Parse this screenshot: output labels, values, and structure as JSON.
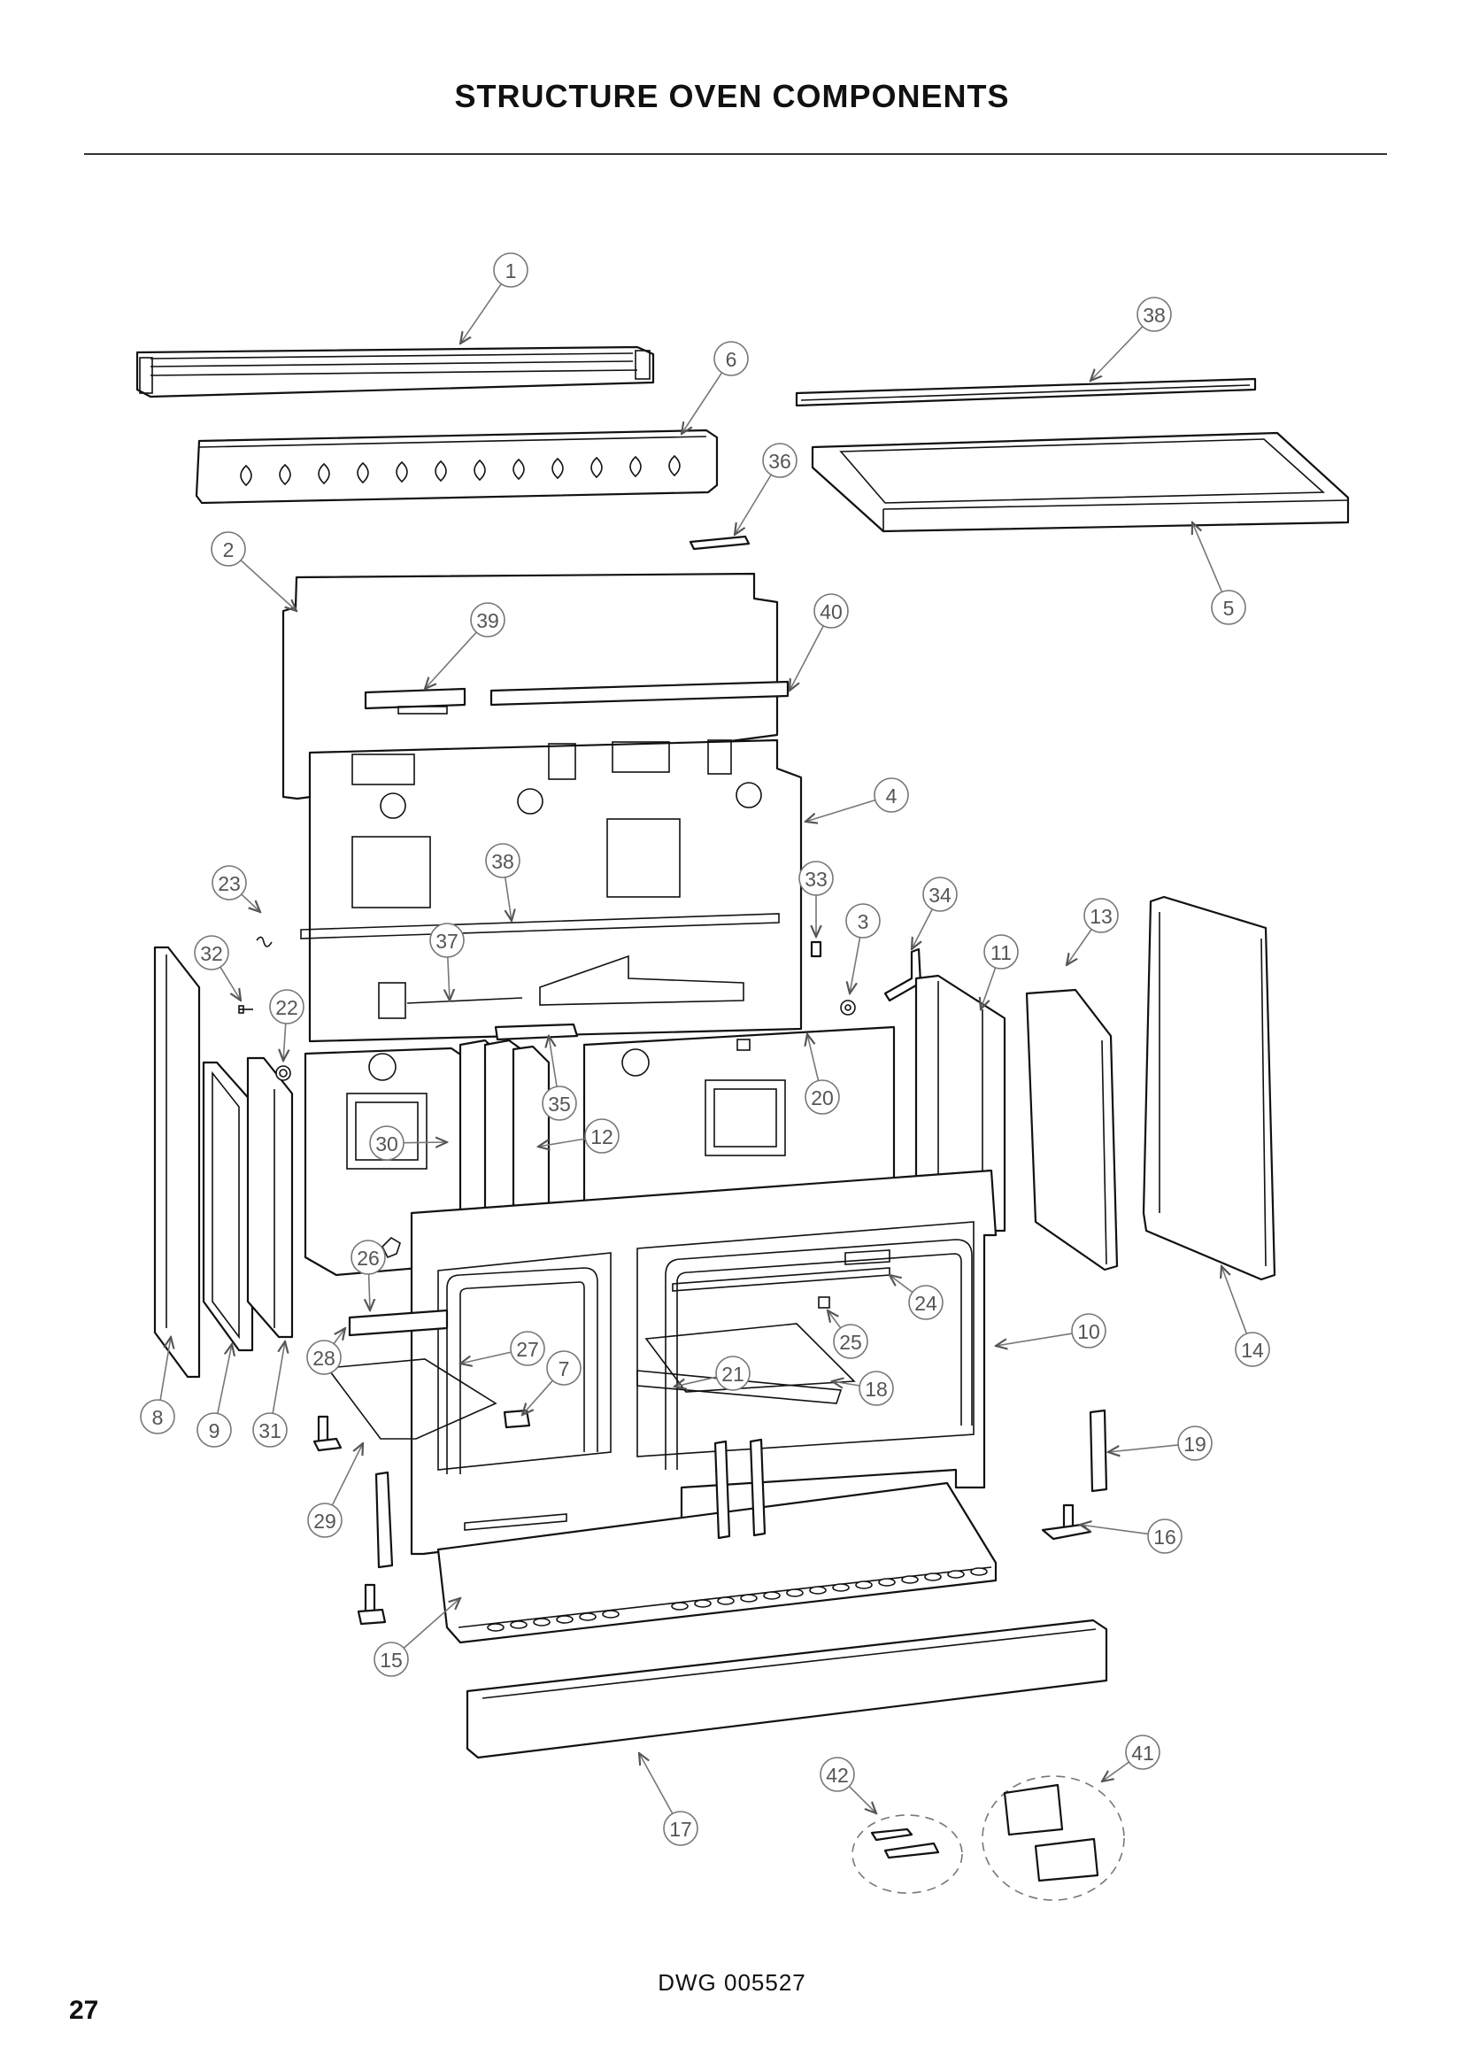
{
  "page": {
    "title": "STRUCTURE OVEN COMPONENTS",
    "drawing_number": "DWG 005527",
    "page_number": "27"
  },
  "callouts": [
    "1",
    "2",
    "3",
    "4",
    "5",
    "6",
    "7",
    "8",
    "9",
    "10",
    "11",
    "12",
    "13",
    "14",
    "15",
    "16",
    "17",
    "18",
    "19",
    "20",
    "21",
    "22",
    "23",
    "24",
    "25",
    "26",
    "27",
    "28",
    "29",
    "30",
    "31",
    "32",
    "33",
    "34",
    "35",
    "36",
    "37",
    "38",
    "39",
    "40",
    "41",
    "42"
  ]
}
